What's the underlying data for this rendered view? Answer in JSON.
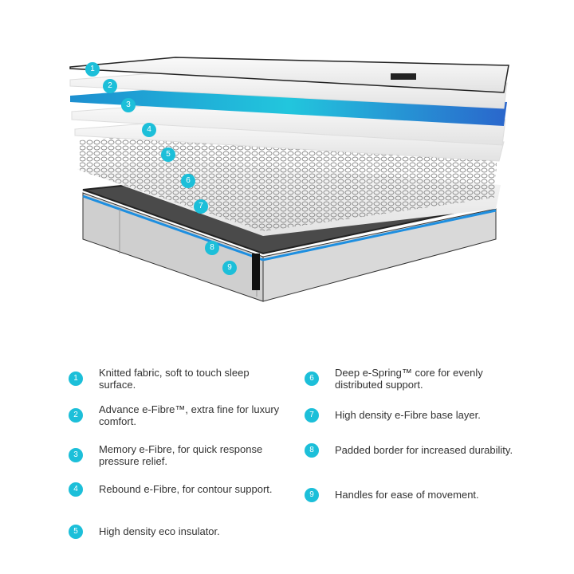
{
  "accent_color": "#1cbfd9",
  "features": [
    {
      "number": "1",
      "text": "Knitted fabric, soft to touch sleep surface."
    },
    {
      "number": "2",
      "text": "Advance e-Fibre™, extra fine for luxury comfort."
    },
    {
      "number": "3",
      "text": "Memory e-Fibre, for quick response pressure relief."
    },
    {
      "number": "4",
      "text": "Rebound e-Fibre, for contour support."
    },
    {
      "number": "5",
      "text": "High density eco insulator."
    },
    {
      "number": "6",
      "text": "Deep e-Spring™ core for evenly distributed support."
    },
    {
      "number": "7",
      "text": "High density e-Fibre base layer."
    },
    {
      "number": "8",
      "text": "Padded border for increased durability."
    },
    {
      "number": "9",
      "text": "Handles for ease of movement."
    }
  ]
}
